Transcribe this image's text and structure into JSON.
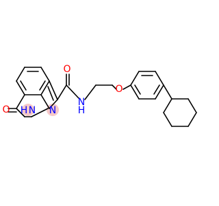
{
  "molecule": {
    "atoms": {
      "carbonyl_o_top": "O",
      "amide_n": "N",
      "amide_h": "H",
      "ether_o": "O",
      "ring_n_upper": "N",
      "ring_n_lower": "N",
      "ring_n_lower_h": "H",
      "lactam_o": "O"
    },
    "colors": {
      "bond": "#000000",
      "heteroatom_text": "#ff0000",
      "highlight": "#f6c9c9"
    }
  }
}
